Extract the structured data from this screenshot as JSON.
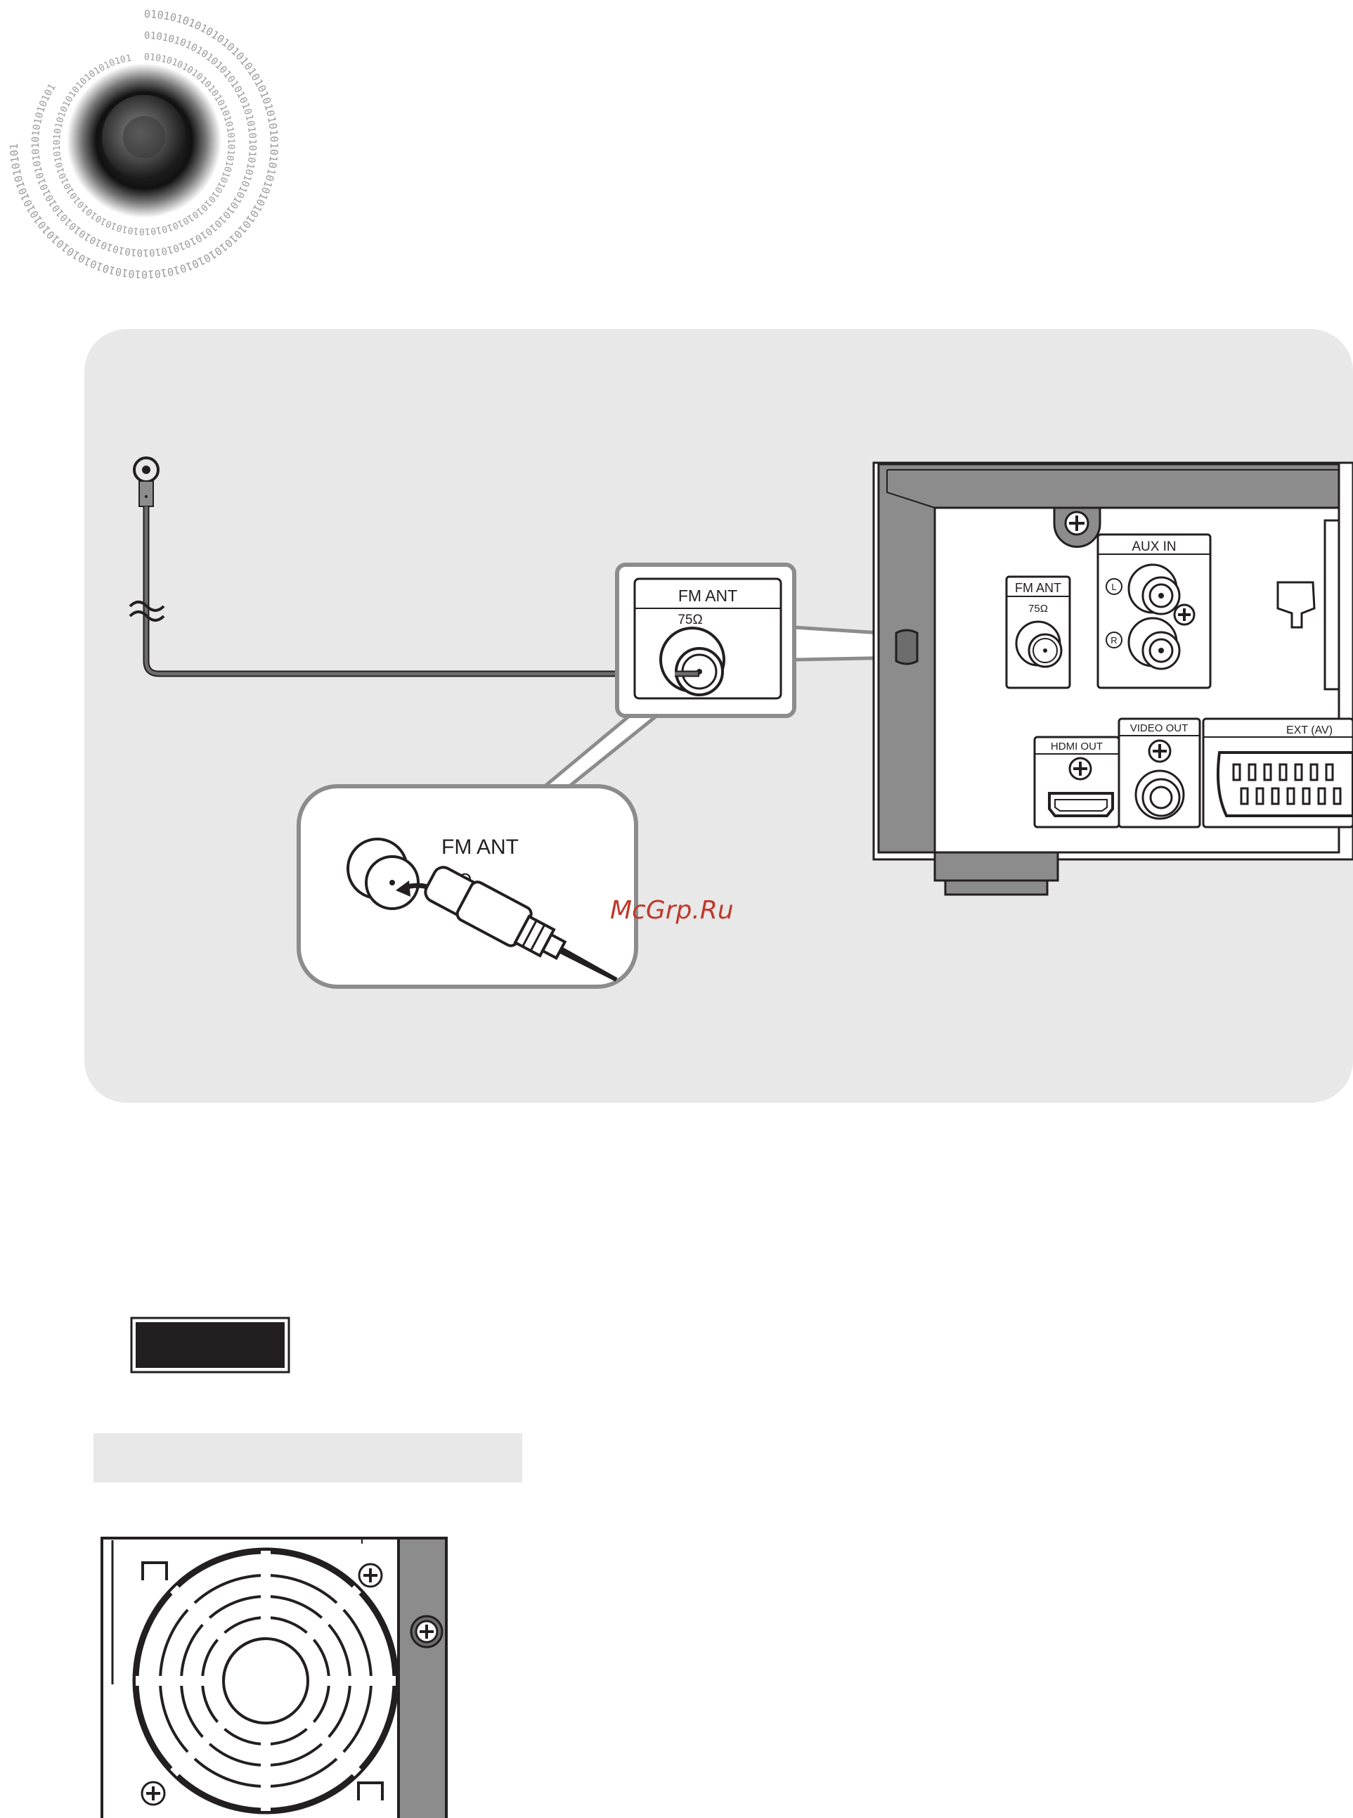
{
  "header": {
    "binary_text": "0101010101010101010101010101010101010101010101010101010101010101010101010101010101010101010101"
  },
  "diagram": {
    "zoom_label": "FM ANT",
    "zoom_ohm": "75Ω",
    "callout_label": "FM ANT",
    "callout_ohm": "75Ω",
    "panel": {
      "fm_ant": "FM ANT",
      "fm_ohm": "75Ω",
      "aux_in": "AUX IN",
      "aux_l": "L",
      "aux_r": "R",
      "hdmi_out": "HDMI OUT",
      "video_out": "VIDEO OUT",
      "ext_av": "EXT (AV)"
    }
  },
  "watermark": "McGrp.Ru",
  "colors": {
    "panel_bg": "#e8e8e8",
    "line": "#231f20",
    "cable": "#4d4d4d",
    "device_side": "#8c8c8c",
    "watermark": "#c0392b",
    "badge": "#231f20"
  }
}
